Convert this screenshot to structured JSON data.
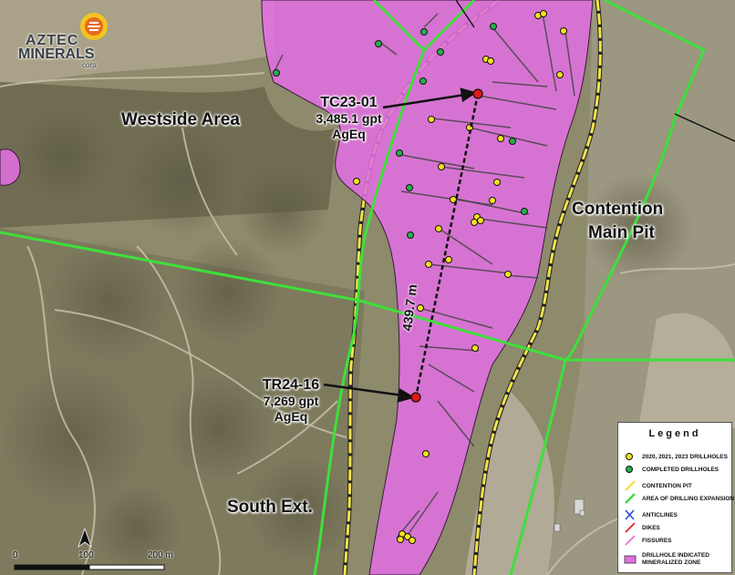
{
  "logo": {
    "line1": "AZTEC",
    "line2": "MINERALS",
    "line3": "corp.",
    "icon": "sun-logo-icon"
  },
  "areas": {
    "westside": "Westside Area",
    "contention_line1": "Contention",
    "contention_line2": "Main Pit",
    "south": "South Ext."
  },
  "callouts": {
    "tc": {
      "hole": "TC23-01",
      "grade": "3,485.1 gpt",
      "unit": "AgEq"
    },
    "tr": {
      "hole": "TR24-16",
      "grade": "7,269 gpt",
      "unit": "AgEq"
    }
  },
  "distance_label": "439.7 m",
  "scale": {
    "zero": "0",
    "mid": "100",
    "end": "200 m",
    "north_icon": "north-arrow-icon"
  },
  "legend": {
    "title": "Legend",
    "items": [
      {
        "label": "2020, 2021, 2023 DRILLHOLES",
        "color": "#f5e11e"
      },
      {
        "label": "COMPLETED DRILLHOLES",
        "color": "#22b24c"
      },
      {
        "label": "CONTENTION PIT",
        "color": "#f3e34a"
      },
      {
        "label": "AREA OF DRILLING EXPANSION",
        "color": "#3ee03a"
      },
      {
        "label": "ANTICLINES",
        "color": "#2b48d8"
      },
      {
        "label": "DIKES",
        "color": "#d81e1e"
      },
      {
        "label": "FISSURES",
        "color": "#e86ad8"
      },
      {
        "label": "DRILLHOLE INDICATED",
        "label2": "MINERALIZED ZONE",
        "color": "#e070e0"
      }
    ]
  },
  "colors": {
    "zone": "#e070e0",
    "expansion": "#3ee03a",
    "pit": "#f3e34a",
    "hole": "#f5e11e",
    "completed": "#22b24c",
    "highlight": "#e01818"
  }
}
